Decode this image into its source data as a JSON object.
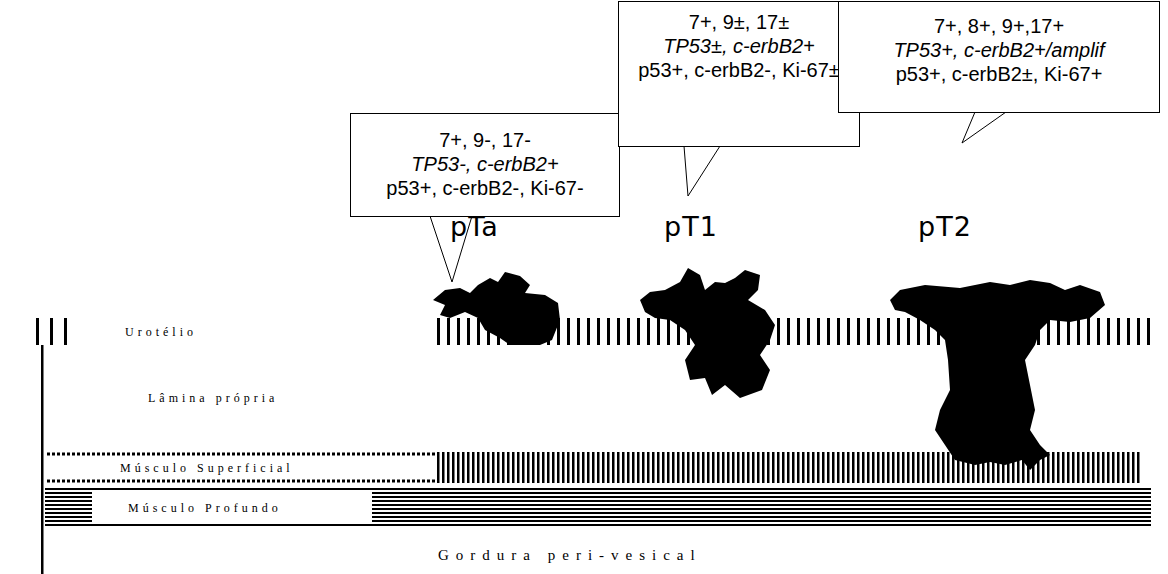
{
  "diagram": {
    "nodes": [
      {
        "text": [
          "7+, 9-, 17-",
          "TP53-, c-erbB2+",
          "p53+, c-erbB2-, Ki-67-"
        ]
      },
      {
        "text": [
          "7+, 9±, 17±",
          "TP53±, c-erbB2+",
          "p53+, c-erbB2-, Ki-67±"
        ]
      },
      {
        "text": [
          "7+, 8+, 9+,17+",
          "TP53+, c-erbB2+/amplif",
          "p53+, c-erbB2±, Ki-67+"
        ]
      }
    ],
    "labels": [
      "pTa",
      "pT1",
      "pT2",
      "Urotélio",
      "Lâmina própria",
      "Músculo Superficial",
      "Músculo Profundo",
      "Gordura peri-vesical"
    ]
  }
}
